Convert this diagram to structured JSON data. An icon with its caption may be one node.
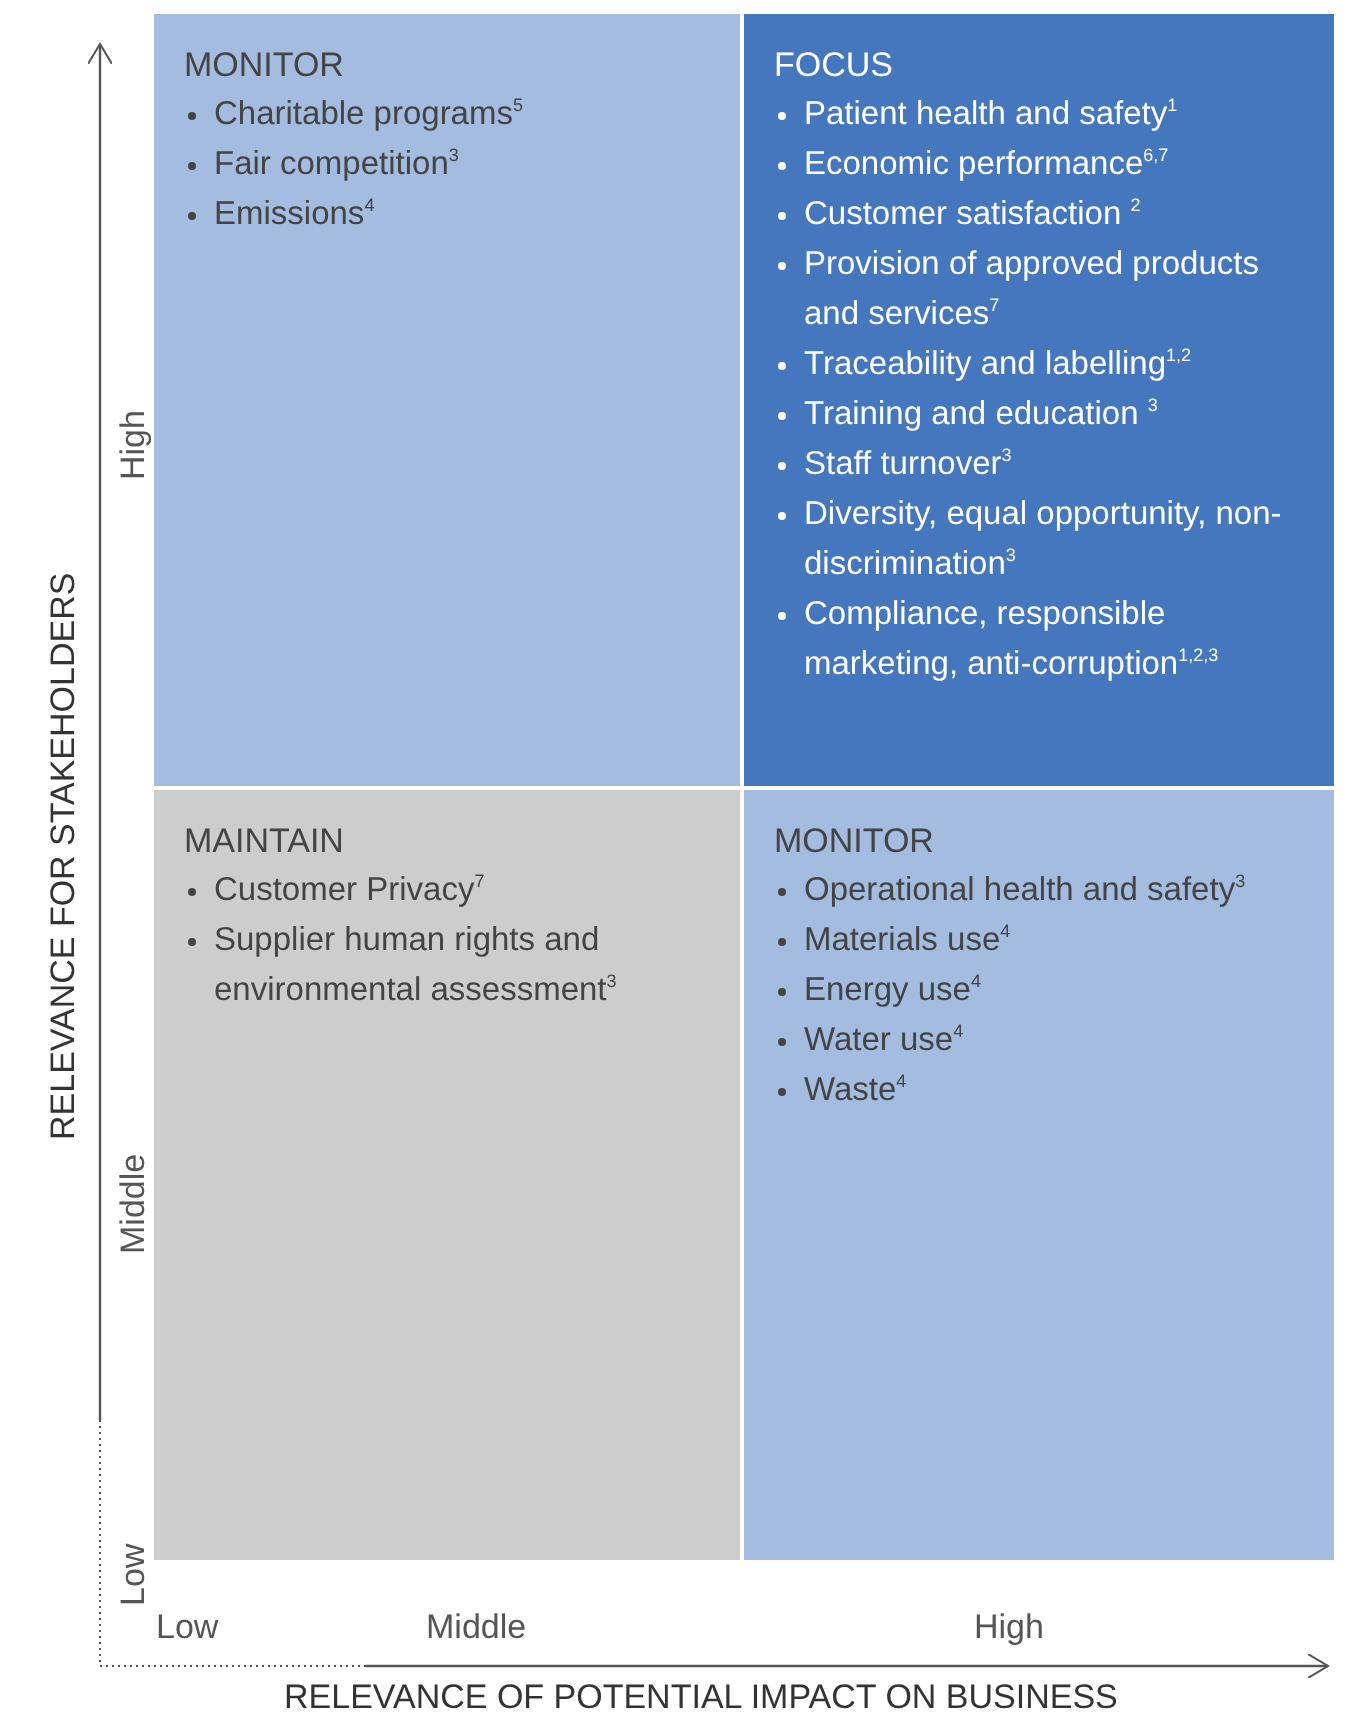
{
  "diagram": {
    "nodes": [
      {
        "text": [
          "MONITOR",
          "Charitable programs$^{5}$",
          "Fair competition$^{3}$",
          "Emissions$^{4}$"
        ]
      },
      {
        "text": [
          "FOCUS",
          "Patient health and safety$^{1}$",
          "Economic performance$^{6,7}$",
          "Customer satisfaction $^{2}$",
          "Provision of approved products and services$^{7}$",
          "Traceability and labelling$^{1,2}$",
          "Training and education $^{3}$",
          "Staff turnover$^{3}$",
          "Diversity, equal opportunity, non-discrimination$^{3}$",
          "Compliance, responsible marketing, anti-corruption$^{1,2,3}$"
        ]
      },
      {
        "text": [
          "MAINTAIN",
          "Customer Privacy$^{7}$",
          "Supplier human rights and environmental assessment$^{3}$"
        ]
      },
      {
        "text": [
          "MONITOR",
          "Operational health and safety$^{3}$",
          "Materials use$^{4}$",
          "Energy use$^{4}$",
          "Water use$^{4}$",
          "Waste$^{4}$"
        ]
      }
    ],
    "labels": [
      "RELEVANCE FOR STAKEHOLDERS",
      "High",
      "Middle",
      "Low",
      "Low",
      "Middle",
      "High",
      "RELEVANCE OF POTENTIAL IMPACT ON BUSINESS"
    ]
  }
}
